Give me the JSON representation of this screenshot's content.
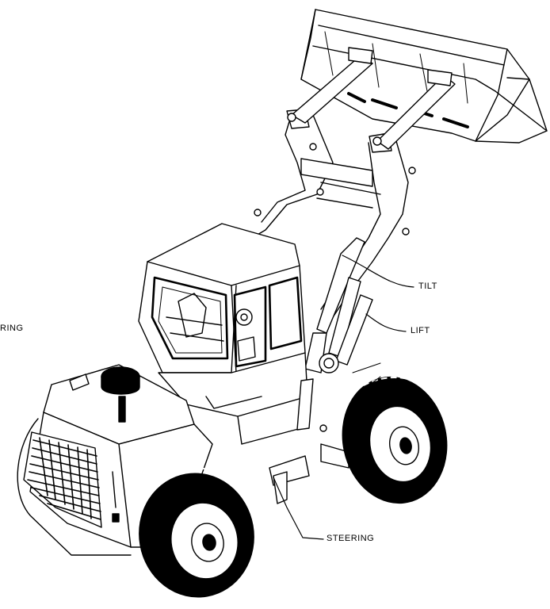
{
  "diagram": {
    "labels": {
      "tilt": "TILT",
      "lift": "LIFT",
      "steering": "STEERING",
      "steering_cropped": "RING"
    },
    "colors": {
      "line": "#000000",
      "fill": "#ffffff"
    }
  }
}
